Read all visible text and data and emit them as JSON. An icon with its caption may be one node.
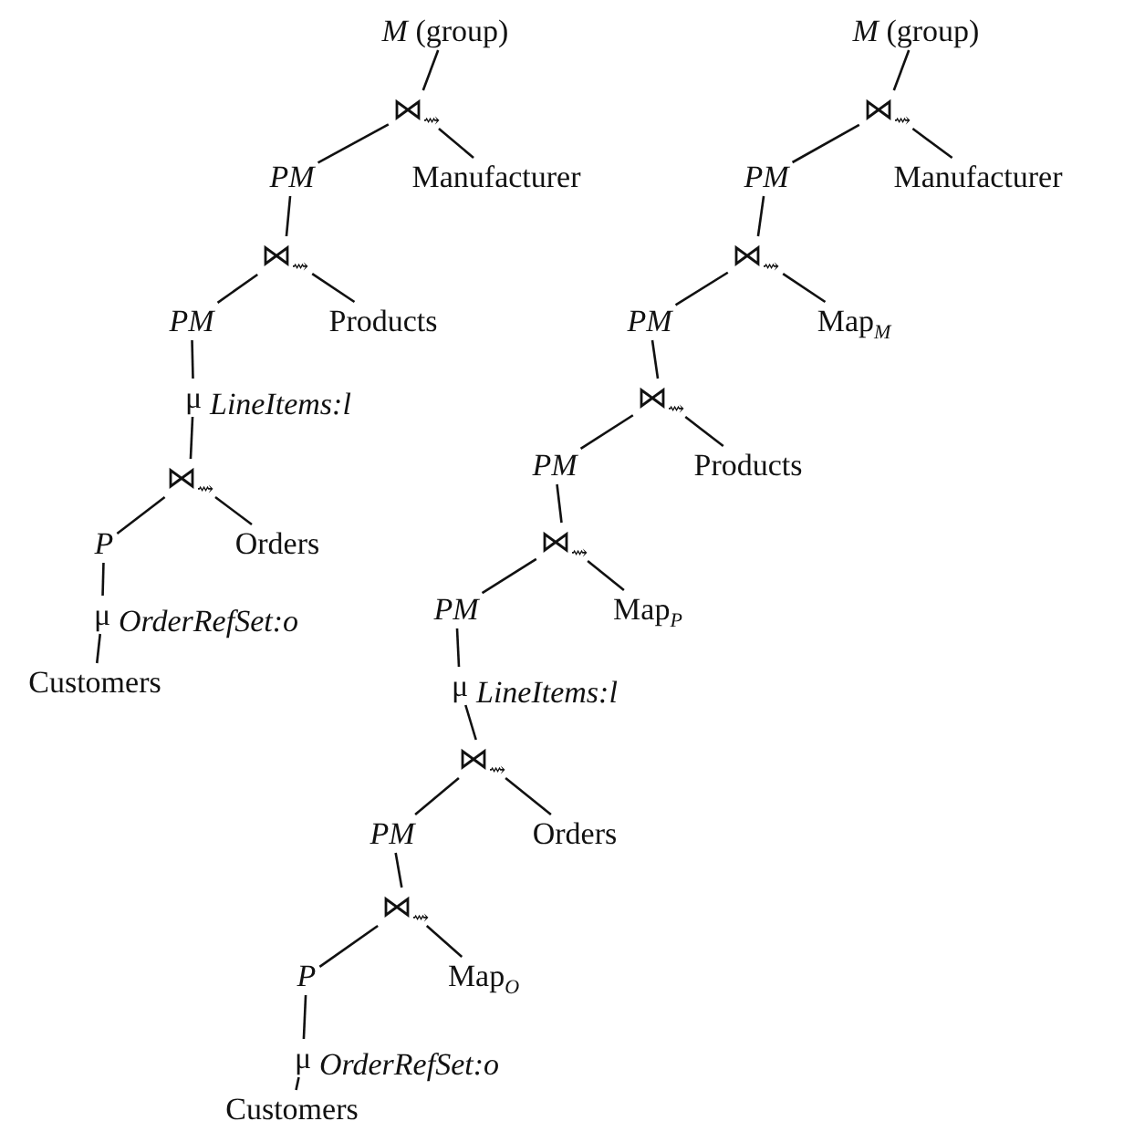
{
  "diagram": {
    "nodes": [
      {
        "text": [
          "*M* (group)"
        ]
      },
      {
        "text": [
          "⋈$_{⇝}$"
        ]
      },
      {
        "text": [
          "PM"
        ]
      },
      {
        "text": [
          "Manufacturer"
        ]
      },
      {
        "text": [
          "⋈$_{⇝}$"
        ]
      },
      {
        "text": [
          "PM"
        ]
      },
      {
        "text": [
          "Products"
        ]
      },
      {
        "text": [
          "μ"
        ],
        "beside": [
          "LineItems:l"
        ]
      },
      {
        "text": [
          "⋈$_{⇝}$"
        ]
      },
      {
        "text": [
          "P"
        ]
      },
      {
        "text": [
          "Orders"
        ]
      },
      {
        "text": [
          "μ"
        ],
        "beside": [
          "OrderRefSet:o"
        ]
      },
      {
        "text": [
          "Customers"
        ]
      },
      {
        "text": [
          "*M* (group)"
        ]
      },
      {
        "text": [
          "⋈$_{⇝}$"
        ]
      },
      {
        "text": [
          "PM"
        ]
      },
      {
        "text": [
          "Manufacturer"
        ]
      },
      {
        "text": [
          "⋈$_{⇝}$"
        ]
      },
      {
        "text": [
          "PM"
        ]
      },
      {
        "text": [
          "Map$_{M}$"
        ]
      },
      {
        "text": [
          "⋈$_{⇝}$"
        ]
      },
      {
        "text": [
          "PM"
        ]
      },
      {
        "text": [
          "Products"
        ]
      },
      {
        "text": [
          "⋈$_{⇝}$"
        ]
      },
      {
        "text": [
          "PM"
        ]
      },
      {
        "text": [
          "Map$_{P}$"
        ]
      },
      {
        "text": [
          "μ"
        ],
        "beside": [
          "LineItems:l"
        ]
      },
      {
        "text": [
          "⋈$_{⇝}$"
        ]
      },
      {
        "text": [
          "PM"
        ]
      },
      {
        "text": [
          "Orders"
        ]
      },
      {
        "text": [
          "⋈$_{⇝}$"
        ]
      },
      {
        "text": [
          "P"
        ]
      },
      {
        "text": [
          "Map$_{O}$"
        ]
      },
      {
        "text": [
          "μ"
        ],
        "beside": [
          "OrderRefSet:o"
        ]
      },
      {
        "text": [
          "Customers"
        ]
      }
    ],
    "edges": [
      {
        "from": 0,
        "to": 1,
        "arrow": "none"
      },
      {
        "from": 1,
        "to": 2,
        "arrow": "none"
      },
      {
        "from": 1,
        "to": 3,
        "arrow": "none"
      },
      {
        "from": 2,
        "to": 4,
        "arrow": "none"
      },
      {
        "from": 4,
        "to": 5,
        "arrow": "none"
      },
      {
        "from": 4,
        "to": 6,
        "arrow": "none"
      },
      {
        "from": 5,
        "to": 7,
        "arrow": "none"
      },
      {
        "from": 7,
        "to": 8,
        "arrow": "none"
      },
      {
        "from": 8,
        "to": 9,
        "arrow": "none"
      },
      {
        "from": 8,
        "to": 10,
        "arrow": "none"
      },
      {
        "from": 9,
        "to": 11,
        "arrow": "none"
      },
      {
        "from": 11,
        "to": 12,
        "arrow": "none"
      },
      {
        "from": 13,
        "to": 14,
        "arrow": "none"
      },
      {
        "from": 14,
        "to": 15,
        "arrow": "none"
      },
      {
        "from": 14,
        "to": 16,
        "arrow": "none"
      },
      {
        "from": 15,
        "to": 17,
        "arrow": "none"
      },
      {
        "from": 17,
        "to": 18,
        "arrow": "none"
      },
      {
        "from": 17,
        "to": 19,
        "arrow": "none"
      },
      {
        "from": 18,
        "to": 20,
        "arrow": "none"
      },
      {
        "from": 20,
        "to": 21,
        "arrow": "none"
      },
      {
        "from": 20,
        "to": 22,
        "arrow": "none"
      },
      {
        "from": 21,
        "to": 23,
        "arrow": "none"
      },
      {
        "from": 23,
        "to": 24,
        "arrow": "none"
      },
      {
        "from": 23,
        "to": 25,
        "arrow": "none"
      },
      {
        "from": 24,
        "to": 26,
        "arrow": "none"
      },
      {
        "from": 26,
        "to": 27,
        "arrow": "none"
      },
      {
        "from": 27,
        "to": 28,
        "arrow": "none"
      },
      {
        "from": 27,
        "to": 29,
        "arrow": "none"
      },
      {
        "from": 28,
        "to": 30,
        "arrow": "none"
      },
      {
        "from": 30,
        "to": 31,
        "arrow": "none"
      },
      {
        "from": 30,
        "to": 32,
        "arrow": "none"
      },
      {
        "from": 31,
        "to": 33,
        "arrow": "none"
      },
      {
        "from": 33,
        "to": 34,
        "arrow": "none"
      }
    ]
  }
}
